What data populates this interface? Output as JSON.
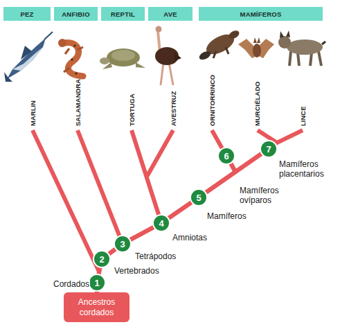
{
  "diagram": {
    "nodes": [
      {
        "text": [
          "PEZ"
        ]
      },
      {
        "text": [
          "ANFIBIO"
        ]
      },
      {
        "text": [
          "REPTIL"
        ]
      },
      {
        "text": [
          "AVE"
        ]
      },
      {
        "text": [
          "MAMÍFEROS"
        ]
      },
      {
        "text": [
          "1",
          "Cordados"
        ]
      },
      {
        "text": [
          "2",
          "Vertebrados"
        ]
      },
      {
        "text": [
          "3",
          "Tetrápodos"
        ]
      },
      {
        "text": [
          "4",
          "Amniotas"
        ]
      },
      {
        "text": [
          "5",
          "Mamíferos"
        ]
      },
      {
        "text": [
          "6",
          "Mamíferos ovíparos"
        ]
      },
      {
        "text": [
          "7",
          "Mamíferos placentarios"
        ]
      },
      {
        "text": [
          "Ancestros cordados"
        ]
      }
    ],
    "edges": [
      {
        "from": 12,
        "to": 5,
        "arrow": "none"
      },
      {
        "from": 5,
        "to": 6,
        "arrow": "none"
      },
      {
        "from": 6,
        "to": 7,
        "arrow": "none"
      },
      {
        "from": 7,
        "to": 8,
        "arrow": "none"
      },
      {
        "from": 8,
        "to": 9,
        "arrow": "none"
      },
      {
        "from": 9,
        "to": 10,
        "arrow": "none"
      },
      {
        "from": 9,
        "to": 11,
        "arrow": "none"
      }
    ],
    "labels": [
      "MARLIN",
      "SALAMANDRA",
      "TORTUGA",
      "AVESTRUZ",
      "ORNITORRINCO",
      "MURCIÉLADO",
      "LINCE"
    ]
  }
}
